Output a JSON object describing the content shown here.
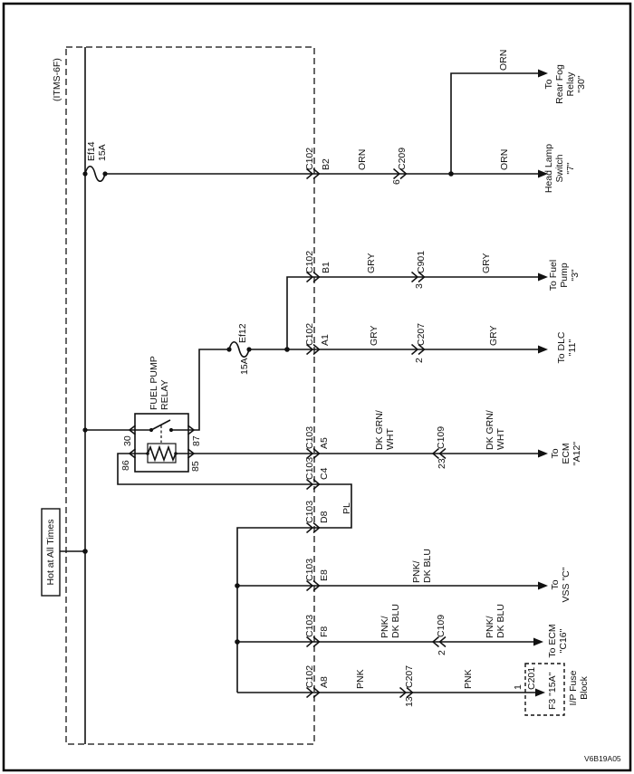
{
  "diagram_code": "V6B19A05",
  "power_source": {
    "label": "Hot at All Times"
  },
  "underhood_fuse_block": {
    "name": "(ITMS-6F)",
    "fuse_ef14": "Ef14\n15A",
    "fuse_ef12_name": "Ef12",
    "fuse_ef12_rating": "15A",
    "relay": {
      "name": "FUEL PUMP\nRELAY",
      "pins": {
        "p30": "30",
        "p87": "87",
        "p86": "86",
        "p85": "85"
      }
    }
  },
  "circuits": {
    "headlamp": {
      "exit_conn": "C102",
      "exit_pin": "B2",
      "wire1": "ORN",
      "inline_conn": "C209",
      "inline_pin": "6",
      "branch_wire": "ORN",
      "branch_dest": "To\nRear Fog\nRelay\n\"30\"",
      "wire2": "ORN",
      "dest": "Head Lamp\nSwitch\n\"7\""
    },
    "fuel_pump": {
      "exit_conn": "C102",
      "exit_pin": "B1",
      "wire1": "GRY",
      "inline_conn": "C901",
      "inline_pin": "3",
      "wire2": "GRY",
      "dest": "To Fuel\nPump\n\"3\""
    },
    "dlc": {
      "exit_conn": "C102",
      "exit_pin": "A1",
      "wire1": "GRY",
      "inline_conn": "C207",
      "inline_pin": "2",
      "wire2": "GRY",
      "dest": "To DLC\n\"11\""
    },
    "ecm_a12": {
      "exit_conn": "C103",
      "exit_pin": "A5",
      "wire1": "DK GRN/\nWHT",
      "inline_conn": "C109",
      "inline_pin": "23",
      "wire2": "DK GRN/\nWHT",
      "dest": "To\nECM\n\"A12\""
    },
    "pl_jumper": {
      "conn_a": "C103",
      "pin_a": "C4",
      "label": "PL",
      "conn_b": "C103",
      "pin_b": "D8"
    },
    "vss": {
      "exit_conn": "C103",
      "exit_pin": "E8",
      "wire1": "PNK/\nDK BLU",
      "dest": "To\nVSS \"C\""
    },
    "ecm_c16": {
      "exit_conn": "C103",
      "exit_pin": "F8",
      "wire1": "PNK/\nDK BLU",
      "inline_conn": "C109",
      "inline_pin": "2",
      "wire2": "PNK/\nDK BLU",
      "dest": "To ECM\n\"C16\""
    },
    "ip_feed": {
      "exit_conn": "C102",
      "exit_pin": "A8",
      "wire1": "PNK",
      "inline_conn": "C207",
      "inline_pin": "13",
      "wire2": "PNK",
      "dest_pin": "1",
      "dest_conn": "C201",
      "dest_fuse": "F3 \"15A\"",
      "dest_label": "I/P Fuse\nBlock"
    }
  }
}
